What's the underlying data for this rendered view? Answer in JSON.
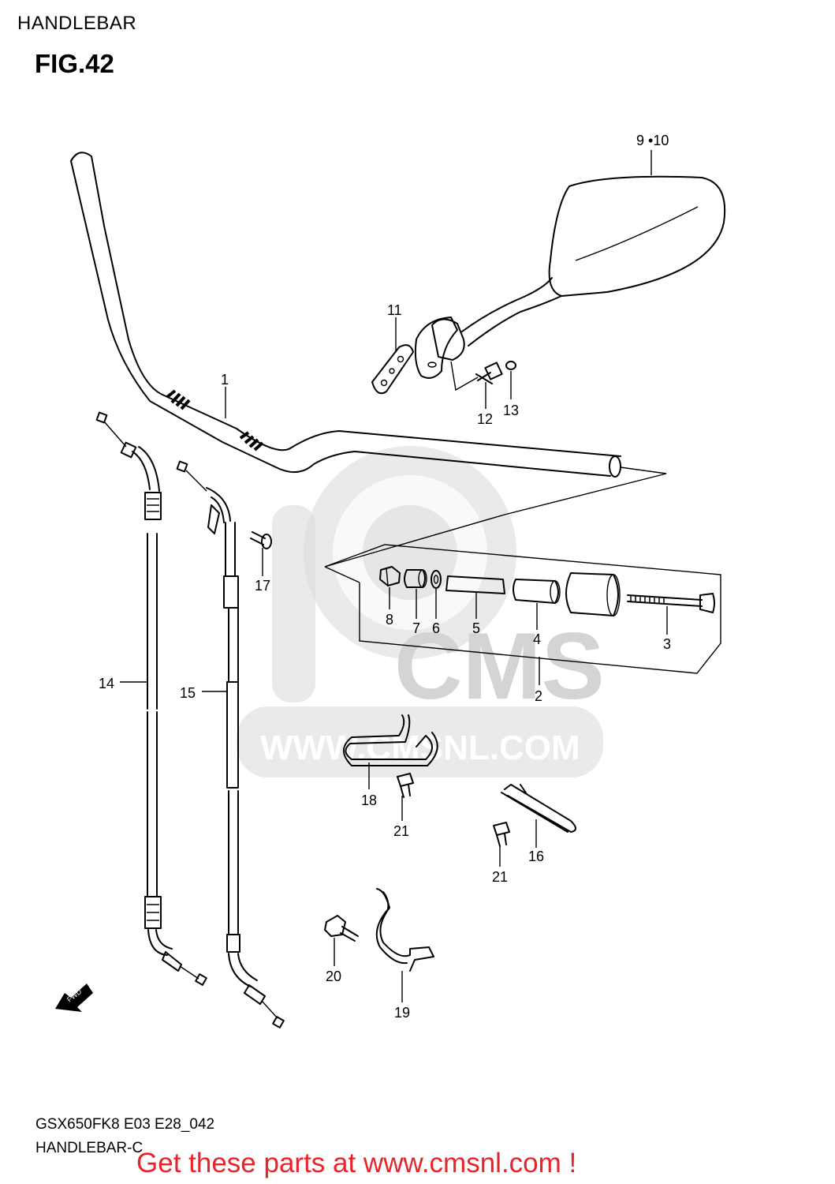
{
  "header": {
    "section_title": "HANDLEBAR",
    "figure_label": "FIG.42"
  },
  "footer": {
    "model_code": "GSX650FK8 E03 E28_042",
    "illustration_code": "HANDLEBAR-C"
  },
  "banner": {
    "text": "Get these parts at www.cmsnl.com !",
    "color": "#e8242a"
  },
  "watermark": {
    "brand": "CMS",
    "url": "WWW.CMSNL.COM",
    "color": "#d4d4d4"
  },
  "direction_marker": "FWD",
  "callouts": {
    "handlebar": "1",
    "balancer_assy": "2",
    "screw": "3",
    "weight": "4",
    "shaft": "5",
    "washer": "6",
    "collar": "7",
    "nut": "8",
    "mirror": "9 •10",
    "mirror_plate": "11",
    "mirror_bolt": "12",
    "mirror_washer": "13",
    "cable_14": "14",
    "cable_15": "15",
    "clamp_16": "16",
    "screw_17": "17",
    "clamp_18": "18",
    "clamp_19": "19",
    "bolt_20": "20",
    "bolt_21a": "21",
    "bolt_21b": "21"
  }
}
